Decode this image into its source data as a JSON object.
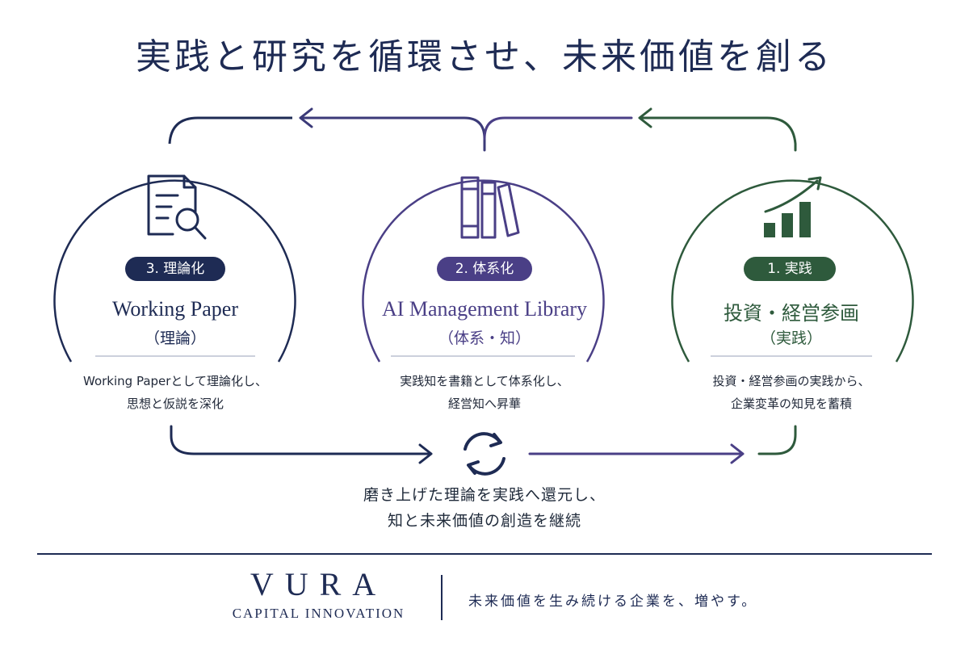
{
  "title": "実践と研究を循環させ、未来価値を創る",
  "colors": {
    "navy": "#1e2b54",
    "purple": "#4a3f86",
    "green": "#2e5a3c"
  },
  "stages": {
    "theory": {
      "badge": "3. 理論化",
      "title": "Working Paper",
      "subtitle": "（理論）",
      "desc_line1": "Working Paperとして理論化し、",
      "desc_line2": "思想と仮説を深化",
      "icon": "document-search-icon"
    },
    "system": {
      "badge": "2. 体系化",
      "title": "AI Management Library",
      "subtitle": "（体系・知）",
      "desc_line1": "実践知を書籍として体系化し、",
      "desc_line2": "経営知へ昇華",
      "icon": "books-icon"
    },
    "practice": {
      "badge": "1. 実践",
      "title": "投資・経営参画",
      "subtitle": "（実践）",
      "desc_line1": "投資・経営参画の実践から、",
      "desc_line2": "企業変革の知見を蓄積",
      "icon": "growth-chart-icon"
    }
  },
  "center": {
    "line1": "磨き上げた理論を実践へ還元し、",
    "line2": "知と未来価値の創造を継続",
    "icon": "cycle-icon"
  },
  "footer": {
    "brand": "VURA",
    "brand_sub": "Capital Innovation",
    "tagline": "未来価値を生み続ける企業を、増やす。"
  }
}
